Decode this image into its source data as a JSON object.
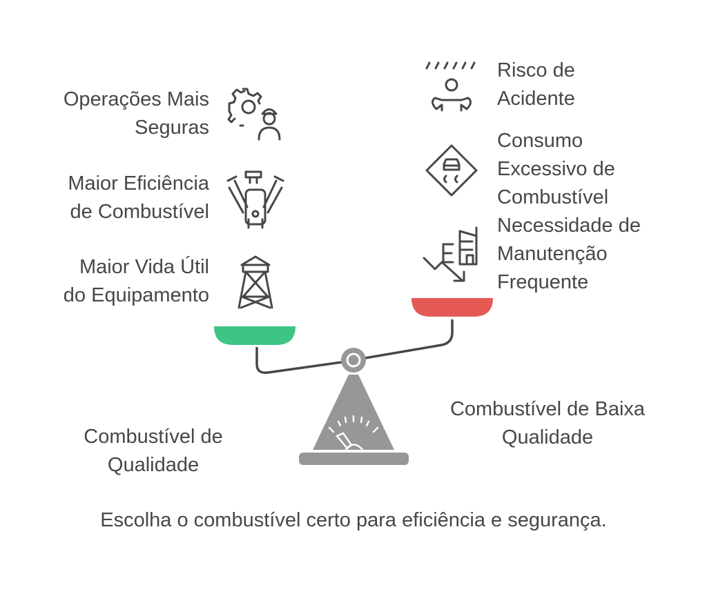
{
  "left_benefits": [
    {
      "lines": [
        "Operações Mais",
        "Seguras"
      ],
      "icon": "gear-worker-icon"
    },
    {
      "lines": [
        "Maior Eficiência",
        "de Combustível"
      ],
      "icon": "engine-icon"
    },
    {
      "lines": [
        "Maior Vida Útil",
        "do Equipamento"
      ],
      "icon": "tower-icon"
    }
  ],
  "right_risks": [
    {
      "lines": [
        "Risco de",
        "Acidente"
      ],
      "icon": "person-rain-icon"
    },
    {
      "lines": [
        "Consumo",
        "Excessivo de",
        "Combustível"
      ],
      "icon": "slippery-road-sign-icon"
    },
    {
      "lines": [
        "Necessidade de",
        "Manutenção",
        "Frequente"
      ],
      "icon": "building-decline-icon"
    }
  ],
  "left_pan_label": [
    "Combustível de",
    "Qualidade"
  ],
  "right_pan_label": [
    "Combustível de Baixa",
    "Qualidade"
  ],
  "caption": "Escolha o combustível certo para eficiência e segurança.",
  "colors": {
    "good": "#3EC585",
    "bad": "#E55A55",
    "base": "#979797",
    "text": "#474747"
  }
}
